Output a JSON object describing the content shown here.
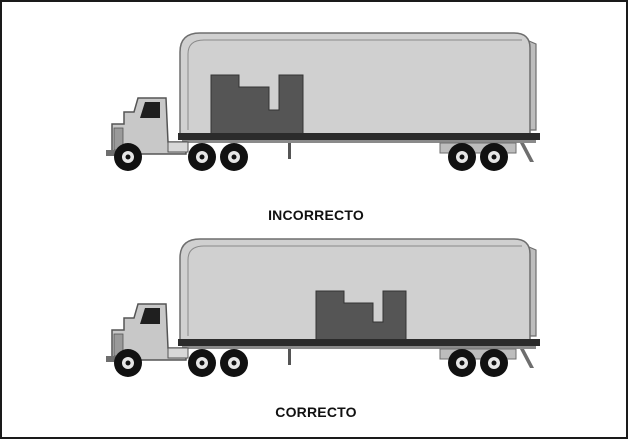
{
  "diagram": {
    "panels": [
      {
        "label": "INCORRECTO",
        "cargo_position": "front"
      },
      {
        "label": "CORRECTO",
        "cargo_position": "center"
      }
    ]
  },
  "colors": {
    "frame": "#1a1a1a",
    "trailer_body": "#d0d0d0",
    "trailer_outline": "#6e6e6e",
    "cargo": "#555555",
    "cab": "#c8c8c8",
    "window": "#1f1f1f",
    "deck": "#2b2b2b",
    "tire": "#111111",
    "hub": "#e6e6e6"
  }
}
